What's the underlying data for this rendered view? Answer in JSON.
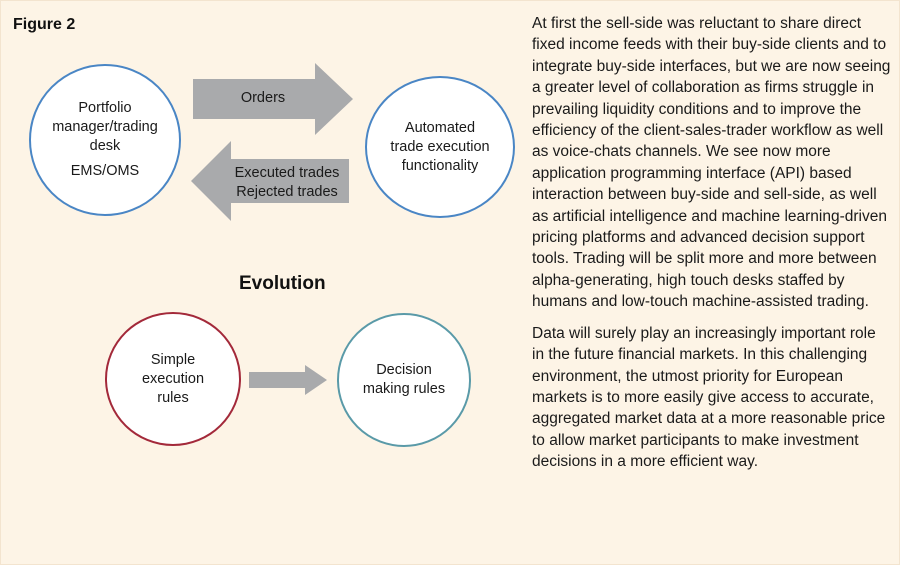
{
  "figure_label": "Figure 2",
  "nodes": {
    "portfolio": {
      "lines": [
        "Portfolio",
        "manager/trading",
        "desk",
        "EMS/OMS"
      ]
    },
    "automated": {
      "lines": [
        "Automated",
        "trade execution",
        "functionality"
      ]
    },
    "simple": {
      "lines": [
        "Simple",
        "execution",
        "rules"
      ]
    },
    "decision": {
      "lines": [
        "Decision",
        "making rules"
      ]
    }
  },
  "arrows": {
    "orders": "Orders",
    "executed": "Executed trades",
    "rejected": "Rejected trades"
  },
  "evolution_heading": "Evolution",
  "body_text": {
    "paragraph_1": "At first the sell-side was reluctant to share direct fixed income feeds with their buy-side clients and to integrate buy-side interfaces, but we are now seeing a greater level of collaboration as firms struggle in prevailing liquidity conditions and to improve the efficiency of the client-sales-trader workflow as well as voice-chats channels. We see now more application programming interface (API) based interaction between buy-side and sell-side, as well as artificial intelligence and machine learning-driven pricing platforms and advanced decision support tools. Trading will be split more and more between alpha-generating, high touch desks staffed by humans and low-touch machine-assisted trading.",
    "paragraph_2": "Data will surely play an increasingly important role in the future financial markets. In this challenging environment, the utmost priority for European markets is to more easily give access to accurate, aggregated market data at a more reasonable price to allow market participants to make investment decisions in a more efficient way."
  },
  "colors": {
    "background": "#fdf4e6",
    "arrow_gray": "#a9aaac",
    "blue_circle": "#4a86c5",
    "red_circle": "#a3293a",
    "teal_circle": "#5a9aa8"
  }
}
